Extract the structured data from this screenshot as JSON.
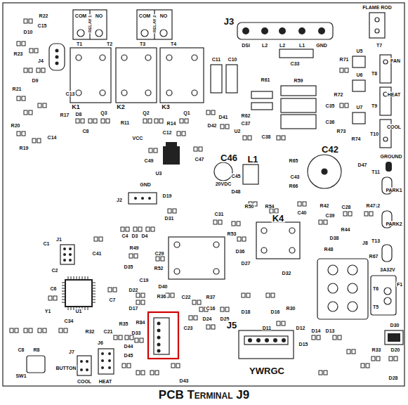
{
  "diagram": {
    "caption": "PCB Terminal J9",
    "labels": [
      "R22",
      "D10",
      "C15",
      "R23",
      "J4",
      "R21",
      "D9",
      "C13",
      "R17",
      "R20",
      "C14",
      "R19",
      "COM",
      "NO",
      "RELAY 1",
      "T1",
      "T2",
      "COM",
      "NO",
      "RELAY 2",
      "T3",
      "T4",
      "K1",
      "K2",
      "K3",
      "D8",
      "Q3",
      "C8",
      "R11",
      "Q2",
      "C12",
      "R14",
      "Q1",
      "VCC",
      "J3",
      "DSI",
      "L2",
      "L2",
      "L1",
      "GND",
      "FLAME ROD",
      "T7",
      "C33",
      "C11",
      "C10",
      "R61",
      "R59",
      "R62",
      "C35",
      "C36",
      "C37",
      "U2",
      "C38",
      "D41",
      "D42",
      "U5",
      "R71",
      "FAN",
      "T8",
      "U6",
      "R72",
      "HEAT",
      "T9",
      "U7",
      "COOL",
      "T10",
      "R73",
      "R74",
      "C49",
      "U3",
      "C47",
      "GND",
      "C46",
      "20VDC",
      "L1",
      "C45",
      "D48",
      "R65",
      "C43",
      "R66",
      "C42",
      "D47",
      "GROUND",
      "T11",
      "PARK1",
      "T12",
      "PARK2",
      "T13",
      "J2",
      "D19",
      "R50",
      "R54",
      "C40",
      "R42",
      "C28",
      "R47",
      "C39",
      "D31",
      "C4",
      "D3",
      "D4",
      "C31",
      "R53",
      "K4",
      "D36",
      "R44",
      "D38",
      "R48",
      "J8",
      "R67",
      "D27",
      "D32",
      "3A32V",
      "F1",
      "T6",
      "T5",
      "D30",
      "J1",
      "C1",
      "C2",
      "C41",
      "R49",
      "D35",
      "C29",
      "R52",
      "U1",
      "C6",
      "Y1",
      "C7",
      "C34",
      "D22",
      "D17",
      "C19",
      "D40",
      "R36",
      "C22",
      "R37",
      "D18",
      "D16",
      "R30",
      "D11",
      "D12",
      "D24",
      "D25",
      "C23",
      "C16",
      "J5",
      "YWRGC",
      "D14",
      "D13",
      "D15",
      "R33",
      "D20",
      "R32",
      "C21",
      "R84",
      "D33",
      "R35",
      "D44",
      "D45",
      "J6",
      "J7",
      "COOL",
      "HEAT",
      "D43",
      "R8",
      "C8",
      "SW1",
      "BUTTON",
      "D28"
    ]
  }
}
